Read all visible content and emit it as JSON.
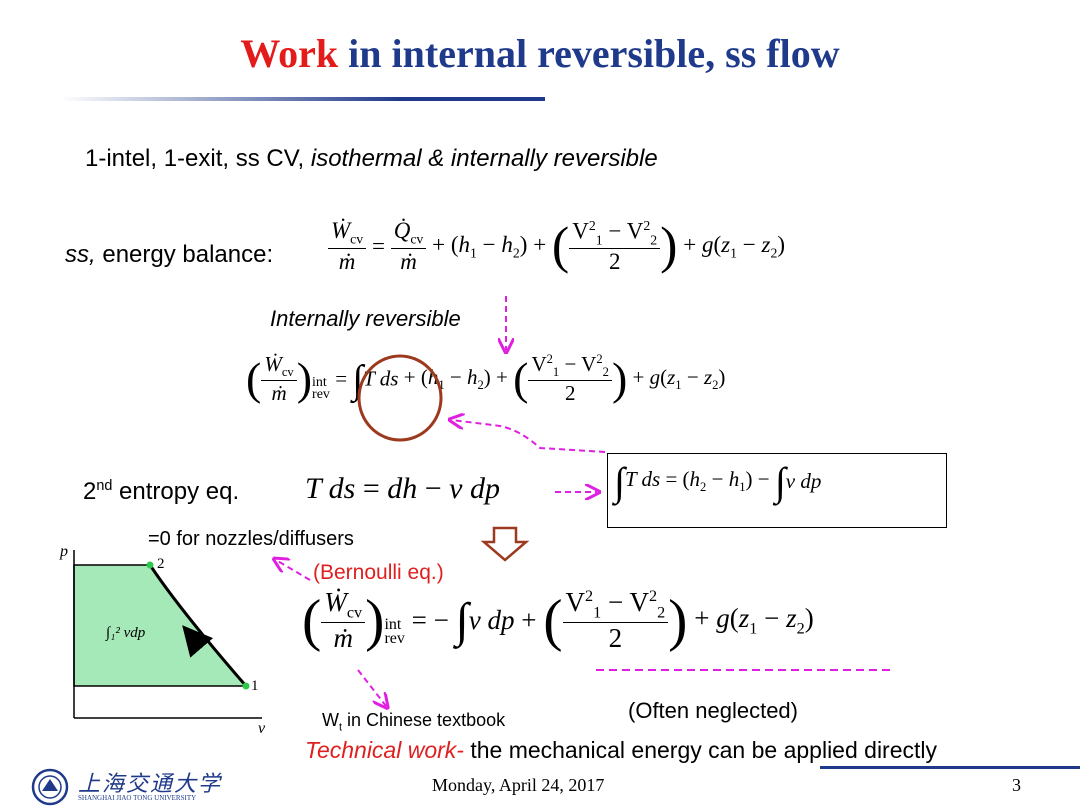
{
  "slide": {
    "title_highlight": "Work",
    "title_rest": " in internal reversible, ss flow",
    "line1_plain": "1-intel, 1-exit, ss CV, ",
    "line1_italic": "isothermal & internally reversible",
    "ss_label_italic": "ss,",
    "ss_label_plain": " energy balance:",
    "internally_reversible": "Internally reversible",
    "entropy_label": "entropy eq.",
    "entropy_prefix": "2",
    "entropy_sup": "nd",
    "nozzle_note": "=0 for nozzles/diffusers",
    "bernoulli": "(Bernoulli eq.)",
    "wt_prefix": "W",
    "wt_sub": "t",
    "wt_suffix": " in Chinese textbook",
    "often_neglected": "(Often neglected)",
    "technical_work": "Technical work-",
    "technical_desc": " the mechanical energy can be applied directly",
    "diagram": {
      "p_label": "p",
      "v_label": "v",
      "point1": "1",
      "point2": "2",
      "area_label": "∫₁² vdp"
    },
    "footer": {
      "date": "Monday, April 24, 2017",
      "page": "3",
      "university": "SHANGHAI JIAO TONG UNIVERSITY",
      "university_cn": "上海交通大学"
    }
  }
}
